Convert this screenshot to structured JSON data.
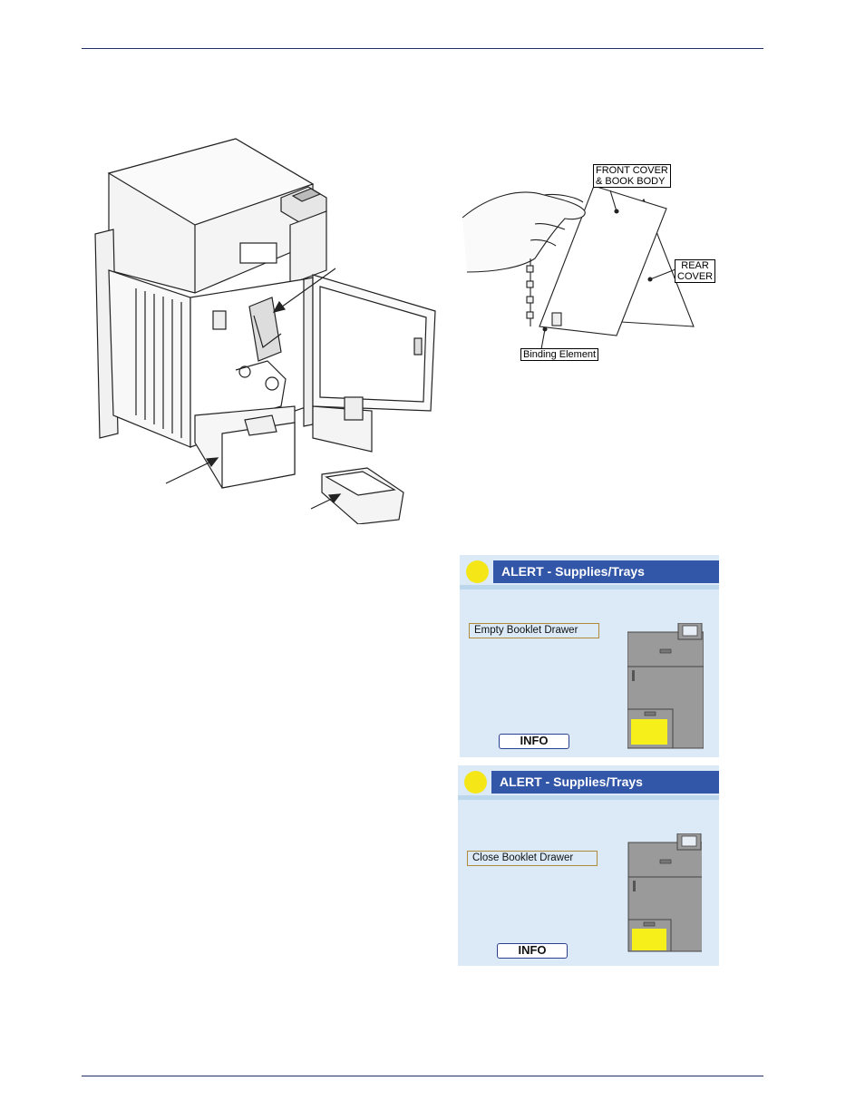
{
  "diagram": {
    "callouts": {
      "front_cover": "FRONT COVER\n& BOOK BODY",
      "rear_cover": "REAR\nCOVER",
      "binding_element": "Binding Element"
    }
  },
  "alert_panels": [
    {
      "title": "ALERT - Supplies/Trays",
      "message": "Empty Booklet Drawer",
      "info_label": "INFO"
    },
    {
      "title": "ALERT - Supplies/Trays",
      "message": "Close Booklet Drawer",
      "info_label": "INFO"
    }
  ],
  "colors": {
    "alert_bar": "#3357a8",
    "alert_dot": "#f5e617",
    "panel_bg": "#dbeaf6",
    "highlight_drawer": "#f7ef1a"
  }
}
